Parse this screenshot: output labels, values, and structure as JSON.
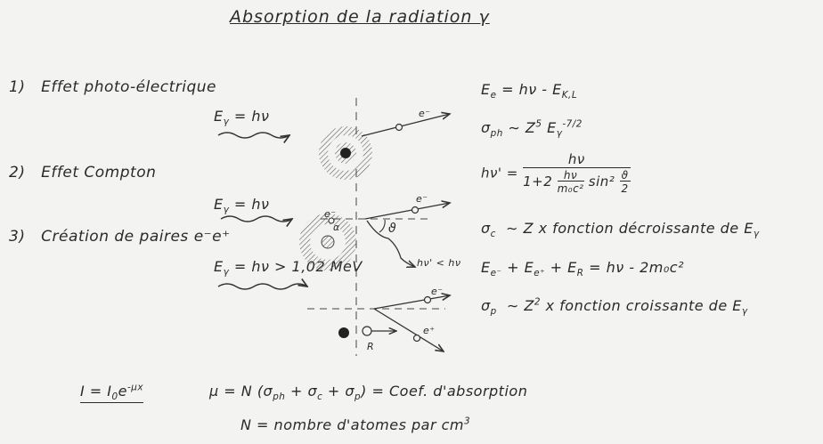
{
  "title": "Absorption de la radiation γ",
  "sections": [
    {
      "number": "1)",
      "name": "Effet photo-électrique",
      "energy": "E",
      "energy_sub": "γ",
      "energy_rhs": "= hν"
    },
    {
      "number": "2)",
      "name": "Effet Compton",
      "energy": "E",
      "energy_sub": "γ",
      "energy_rhs": "= hν"
    },
    {
      "number": "3)",
      "name": "Création de paires",
      "pair": "e⁻e⁺",
      "energy": "E",
      "energy_sub": "γ",
      "energy_rhs": "= hν > 1,02 MeV"
    }
  ],
  "diagram_labels": {
    "electron_1": "e⁻",
    "electron_2": "e⁻",
    "electron_3": "e⁻",
    "electron_atom_2": "e⁻",
    "positron_3": "e⁺",
    "alpha": "α",
    "theta": "ϑ",
    "scattered_photon": "hν' < hν",
    "recoil": "R"
  },
  "formulas": {
    "photo_ee": {
      "lhs": "E",
      "lhs_sub": "e",
      "rhs": "= hν - E",
      "rhs_sub": "K,L"
    },
    "photo_sigma": {
      "sigma": "σ",
      "sigma_sub": "ph",
      "rel": "∼ Z",
      "z_exp": "5",
      "e": "E",
      "e_sub": "γ",
      "e_exp": "-7/2"
    },
    "compton_hv": {
      "lhs": "hν' =",
      "num": "hν",
      "den_pre": "1+2",
      "inner_num": "hν",
      "inner_den": "m₀c²",
      "den_post": "sin²",
      "half_num": "ϑ",
      "half_den": "2"
    },
    "compton_sigma": {
      "sigma": "σ",
      "sigma_sub": "c",
      "text": "∼ Z x fonction décroissante de E",
      "e_sub": "γ"
    },
    "pair_energy": {
      "text": "E",
      "parts": [
        "e⁻",
        "e⁺",
        "R"
      ],
      "rhs": "= hν - 2m₀c²"
    },
    "pair_sigma": {
      "sigma": "σ",
      "sigma_sub": "p",
      "text_a": "∼ Z",
      "z_exp": "2",
      "text_b": "x fonction croissante de E",
      "e_sub": "γ"
    },
    "attenuation": {
      "lhs": "I = I",
      "i_sub": "0",
      "e": "e",
      "exp": "-μx"
    },
    "mu": {
      "text": "μ = N (σ",
      "ph": "ph",
      "c": "c",
      "p": "p",
      "rhs": ") = Coef. d'absorption"
    },
    "n": {
      "text": "N = nombre  d'atomes  par cm",
      "exp": "3"
    }
  }
}
